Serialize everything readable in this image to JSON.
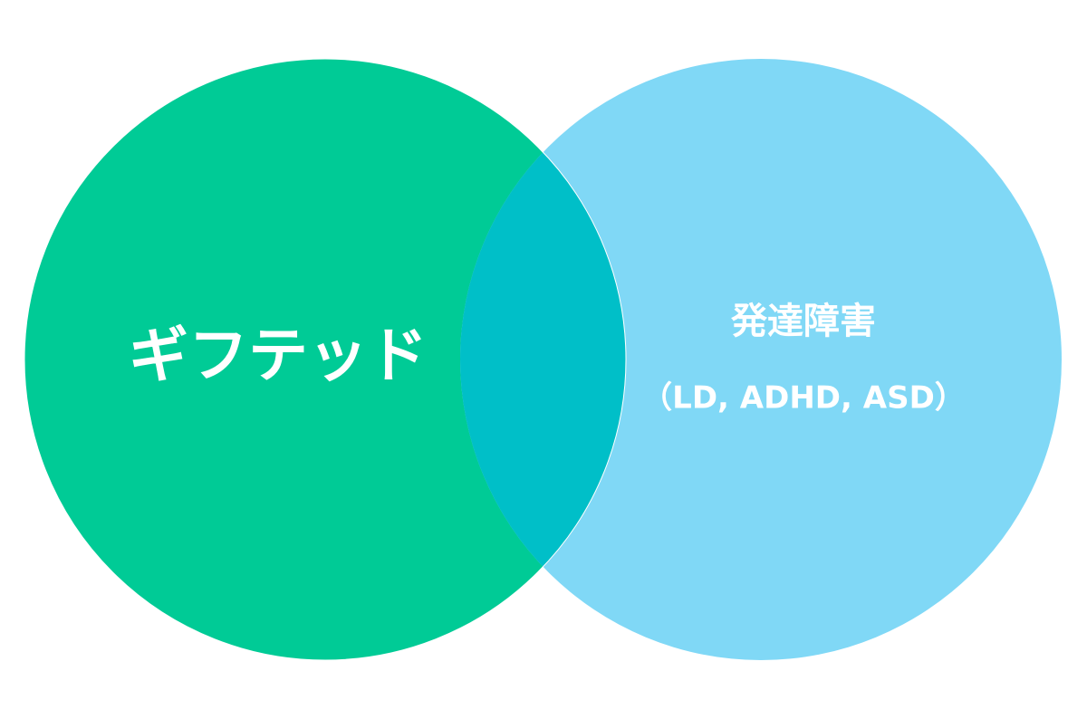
{
  "diagram": {
    "type": "venn",
    "sets": [
      {
        "id": "left",
        "label": "ギフテッド",
        "sublabel": "",
        "color": "#00cb96"
      },
      {
        "id": "right",
        "label": "発達障害",
        "sublabel": "（LD, ADHD, ASD）",
        "color": "#80d8f6"
      }
    ],
    "overlap_color": "#00bfc8",
    "outline_color": "#ffffff"
  }
}
